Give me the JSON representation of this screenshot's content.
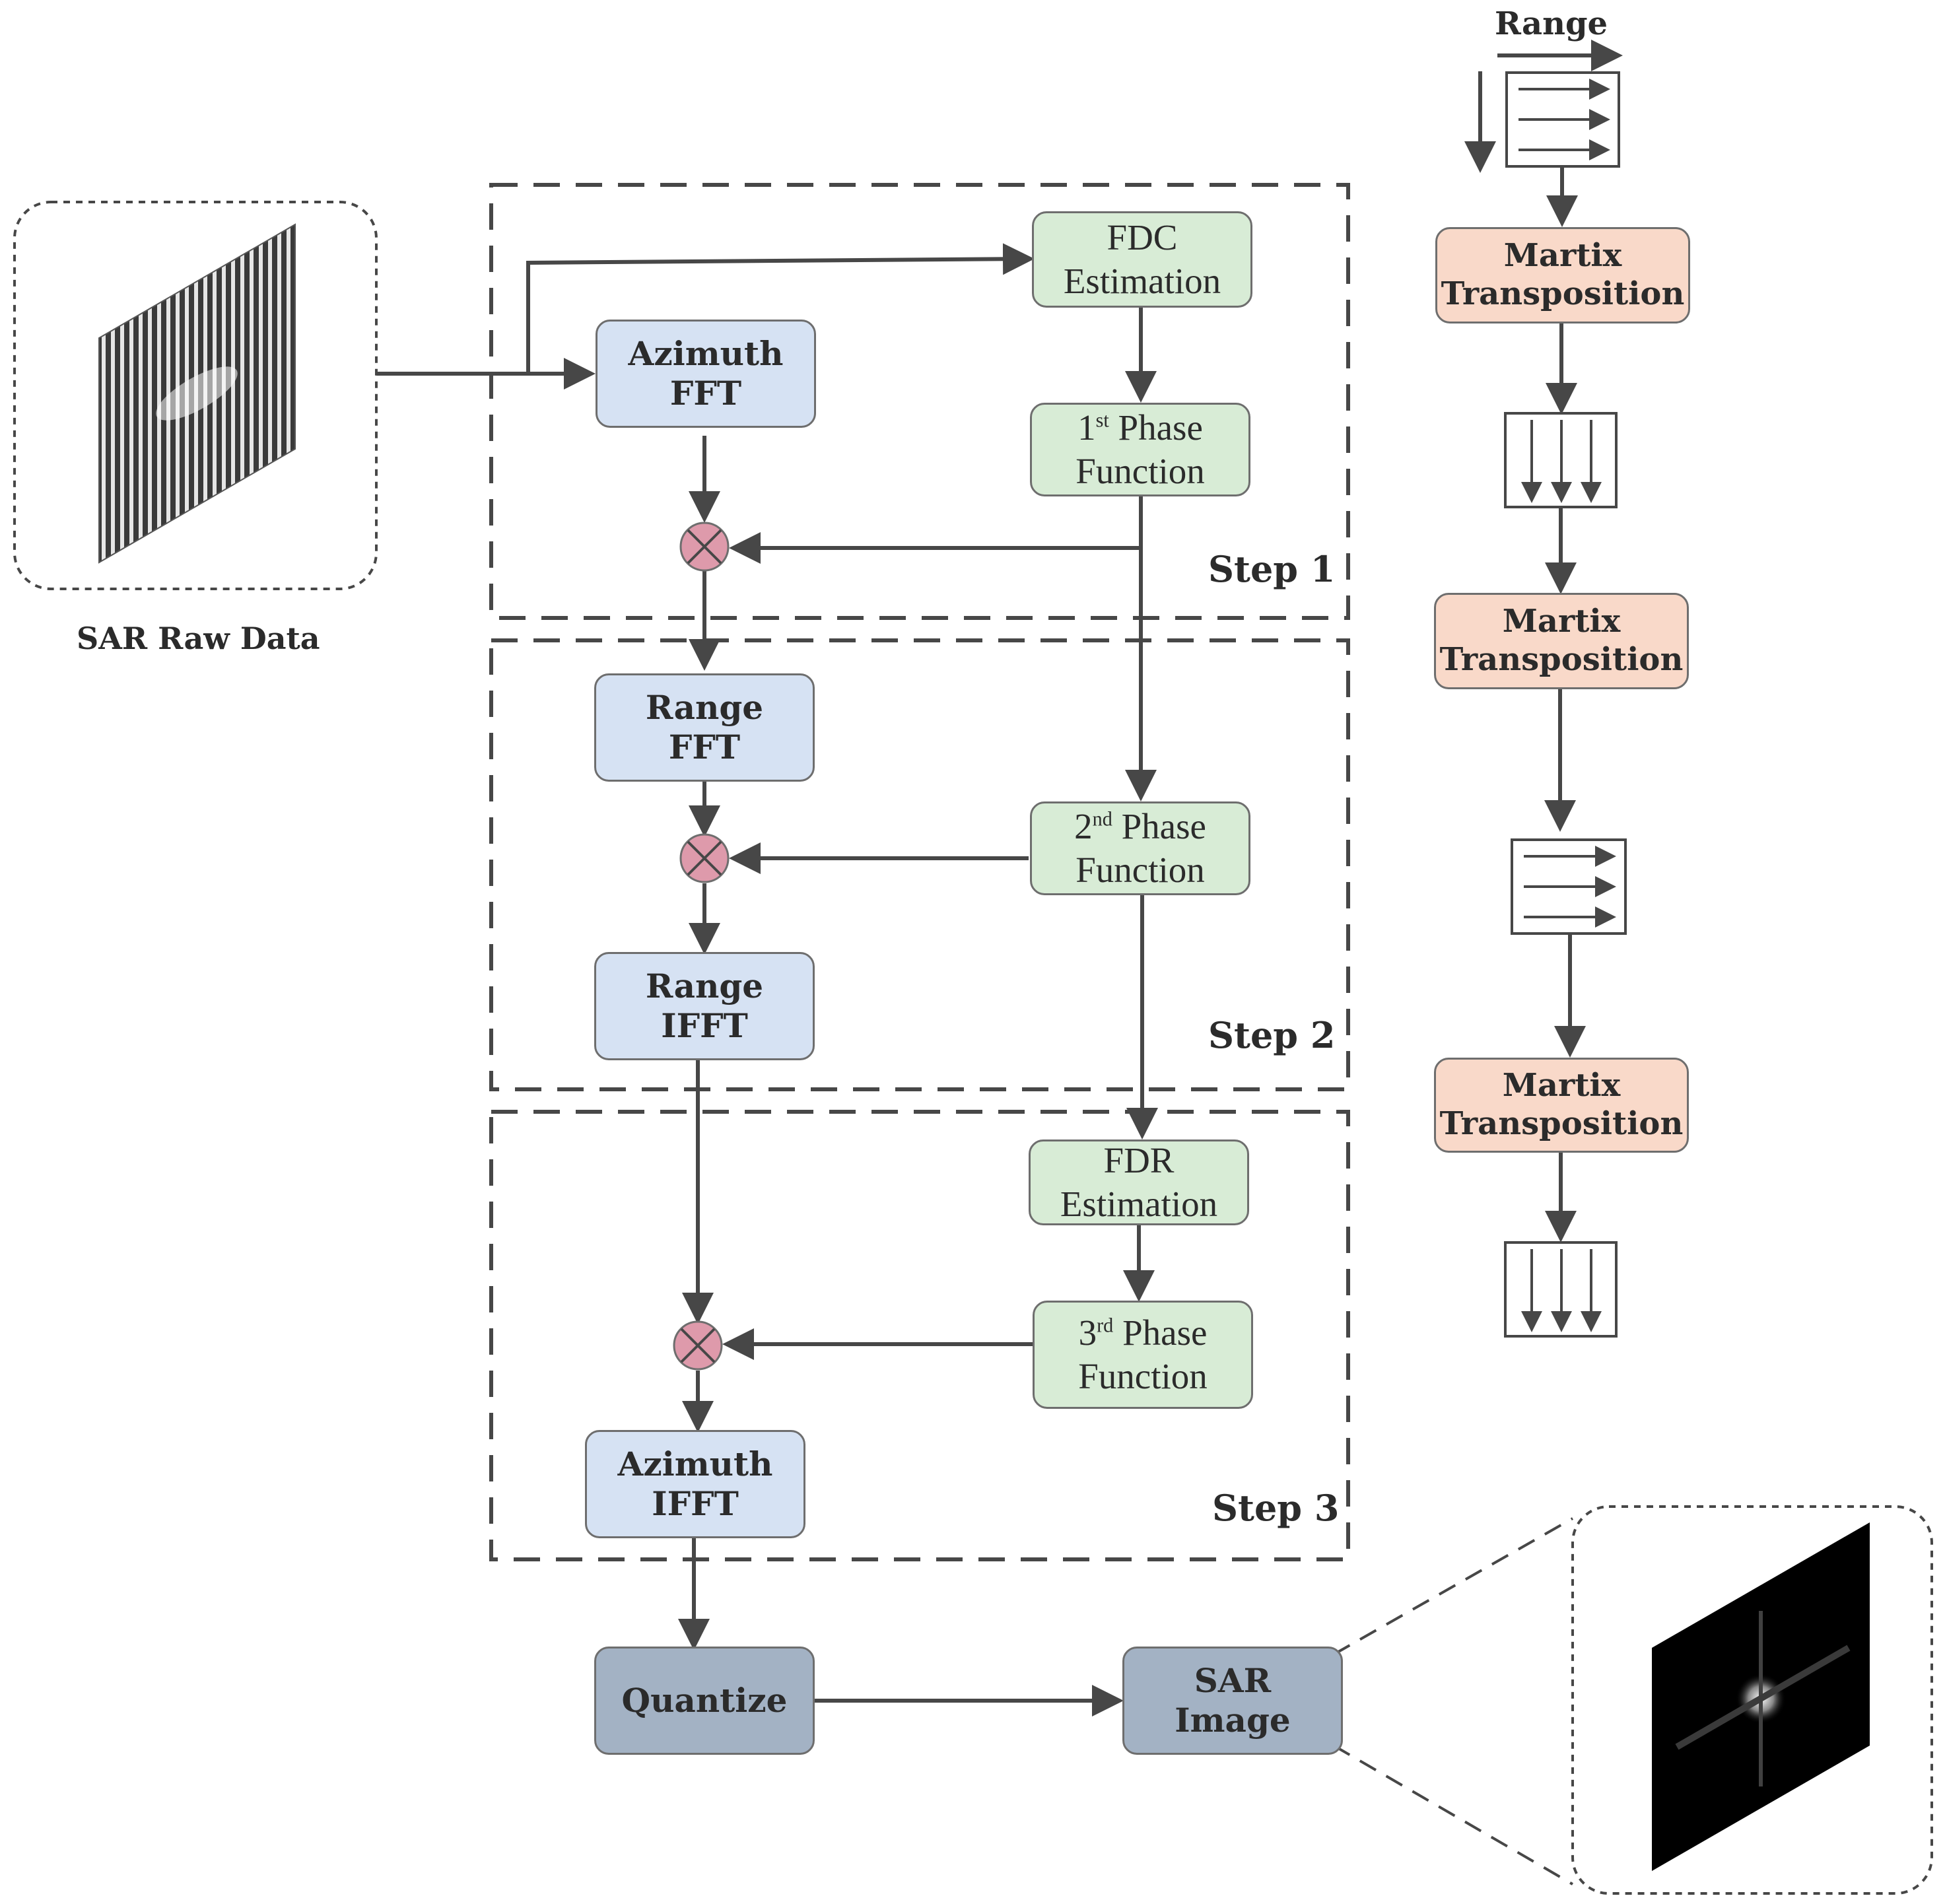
{
  "nodes": {
    "azimuth_fft": [
      "Azimuth",
      "FFT"
    ],
    "fdc_estimation": [
      "FDC",
      "Estimation"
    ],
    "phase1": {
      "num": "1",
      "sup": "st",
      "rest": " Phase",
      "line2": "Function"
    },
    "range_fft": [
      "Range",
      "FFT"
    ],
    "phase2": {
      "num": "2",
      "sup": "nd",
      "rest": " Phase",
      "line2": "Function"
    },
    "range_ifft": [
      "Range",
      "IFFT"
    ],
    "fdr_estimation": [
      "FDR",
      "Estimation"
    ],
    "phase3": {
      "num": "3",
      "sup": "rd",
      "rest": " Phase",
      "line2": "Function"
    },
    "azimuth_ifft": [
      "Azimuth",
      "IFFT"
    ],
    "quantize": "Quantize",
    "sar_image": [
      "SAR",
      "Image"
    ],
    "transpose1": [
      "Martix",
      "Transposition"
    ],
    "transpose2": [
      "Martix",
      "Transposition"
    ],
    "transpose3": [
      "Martix",
      "Transposition"
    ]
  },
  "steps": [
    "Step 1",
    "Step 2",
    "Step 3"
  ],
  "labels": {
    "sar_raw_data": "SAR Raw Data",
    "range": "Range"
  },
  "colors": {
    "line": "#474747",
    "fft_box": "#d6e2f3",
    "phase_box": "#d8ecd6",
    "transpose_box": "#f9d9c9",
    "output_box": "#a3b2c4",
    "multiplier": "#de9aab"
  }
}
